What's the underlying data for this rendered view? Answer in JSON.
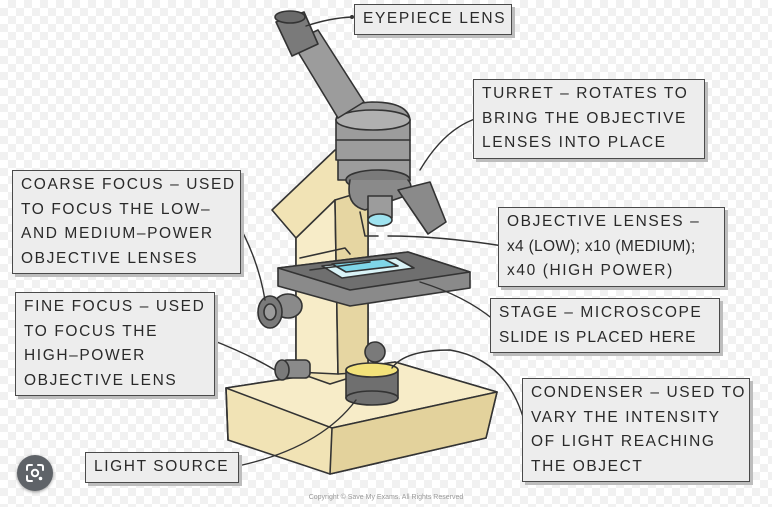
{
  "labels": {
    "eyepiece": [
      "EYEPIECE LENS"
    ],
    "turret": [
      "TURRET – ROTATES TO",
      "BRING THE OBJECTIVE",
      "LENSES INTO PLACE"
    ],
    "coarse_focus": [
      "COARSE FOCUS – USED",
      "TO FOCUS THE LOW–",
      "AND MEDIUM–POWER",
      "OBJECTIVE LENSES"
    ],
    "objective_lenses": [
      "OBJECTIVE LENSES –",
      "x4 (LOW); x10 (MEDIUM);",
      "x40 (HIGH POWER)"
    ],
    "fine_focus": [
      "FINE FOCUS – USED",
      "TO FOCUS THE",
      "HIGH–POWER",
      "OBJECTIVE LENS"
    ],
    "stage": [
      "STAGE – MICROSCOPE",
      "SLIDE IS PLACED HERE"
    ],
    "condenser": [
      "CONDENSER – USED TO",
      "VARY THE INTENSITY",
      "OF LIGHT REACHING",
      "THE OBJECT"
    ],
    "light_source": [
      "LIGHT SOURCE"
    ]
  },
  "copyright": "Copyright © Save My Exams. All Rights Reserved",
  "icons": {
    "lens_search": "google-lens-icon"
  },
  "colors": {
    "body_cream": "#f1e3b5",
    "stage_grey": "#6f6f6f",
    "metal_grey": "#9c9c9c",
    "lens_cyan": "#9fe3f0",
    "condenser_yellow": "#f3e27a",
    "label_bg": "#ededed"
  }
}
